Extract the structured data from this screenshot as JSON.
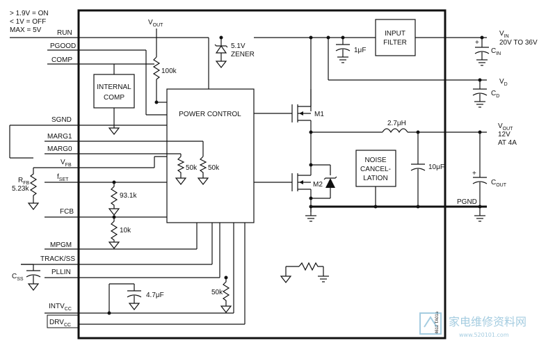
{
  "pin_labels": {
    "run": "RUN",
    "pgood": "PGOOD",
    "comp": "COMP",
    "sgnd": "SGND",
    "marg1": "MARG1",
    "marg0": "MARG0",
    "vfb": "V",
    "vfb_sub": "FB",
    "fset": "f",
    "fset_sub": "SET",
    "fcb": "FCB",
    "mpgm": "MPGM",
    "track_ss": "TRACK/SS",
    "pllin": "PLLIN",
    "intvcc": "INTV",
    "intvcc_sub": "CC",
    "drvcc": "DRV",
    "drvcc_sub": "CC"
  },
  "run_note": [
    "> 1.9V = ON",
    "< 1V = OFF",
    "MAX = 5V"
  ],
  "blocks": {
    "power_control": "POWER CONTROL",
    "internal_comp": [
      "INTERNAL",
      "COMP"
    ],
    "input_filter": [
      "INPUT",
      "FILTER"
    ],
    "noise_cancel": [
      "NOISE",
      "CANCEL-",
      "LATION"
    ]
  },
  "vout_top": {
    "main": "V",
    "sub": "OUT"
  },
  "zener": [
    "5.1V",
    "ZENER"
  ],
  "components": {
    "r_100k": "100k",
    "r_50k_a": "50k",
    "r_50k_b": "50k",
    "r_93k": "93.1k",
    "r_10k": "10k",
    "r_50k_c": "50k",
    "rfb": "R",
    "rfb_sub": "FB",
    "rfb_val": "5.23k",
    "css": "C",
    "css_sub": "SS",
    "c_4u7": "4.7μF",
    "c_1u": "1μF",
    "c_10u": "10μF",
    "inductor": "2.7μH",
    "m1": "M1",
    "m2": "M2"
  },
  "right_labels": {
    "vin": "V",
    "vin_sub": "IN",
    "vin_range": "20V TO 36V",
    "cin": "C",
    "cin_sub": "IN",
    "vd": "V",
    "vd_sub": "D",
    "cd": "C",
    "cd_sub": "D",
    "vout": "V",
    "vout_sub": "OUT",
    "vout_volt": "12V",
    "vout_amp": "AT 4A",
    "cout": "C",
    "cout_sub": "OUT",
    "pgnd": "PGND"
  },
  "figure_id": "4612 TA01a",
  "watermark": {
    "brand": "家电维修资料网",
    "url": "www.520101.com"
  }
}
